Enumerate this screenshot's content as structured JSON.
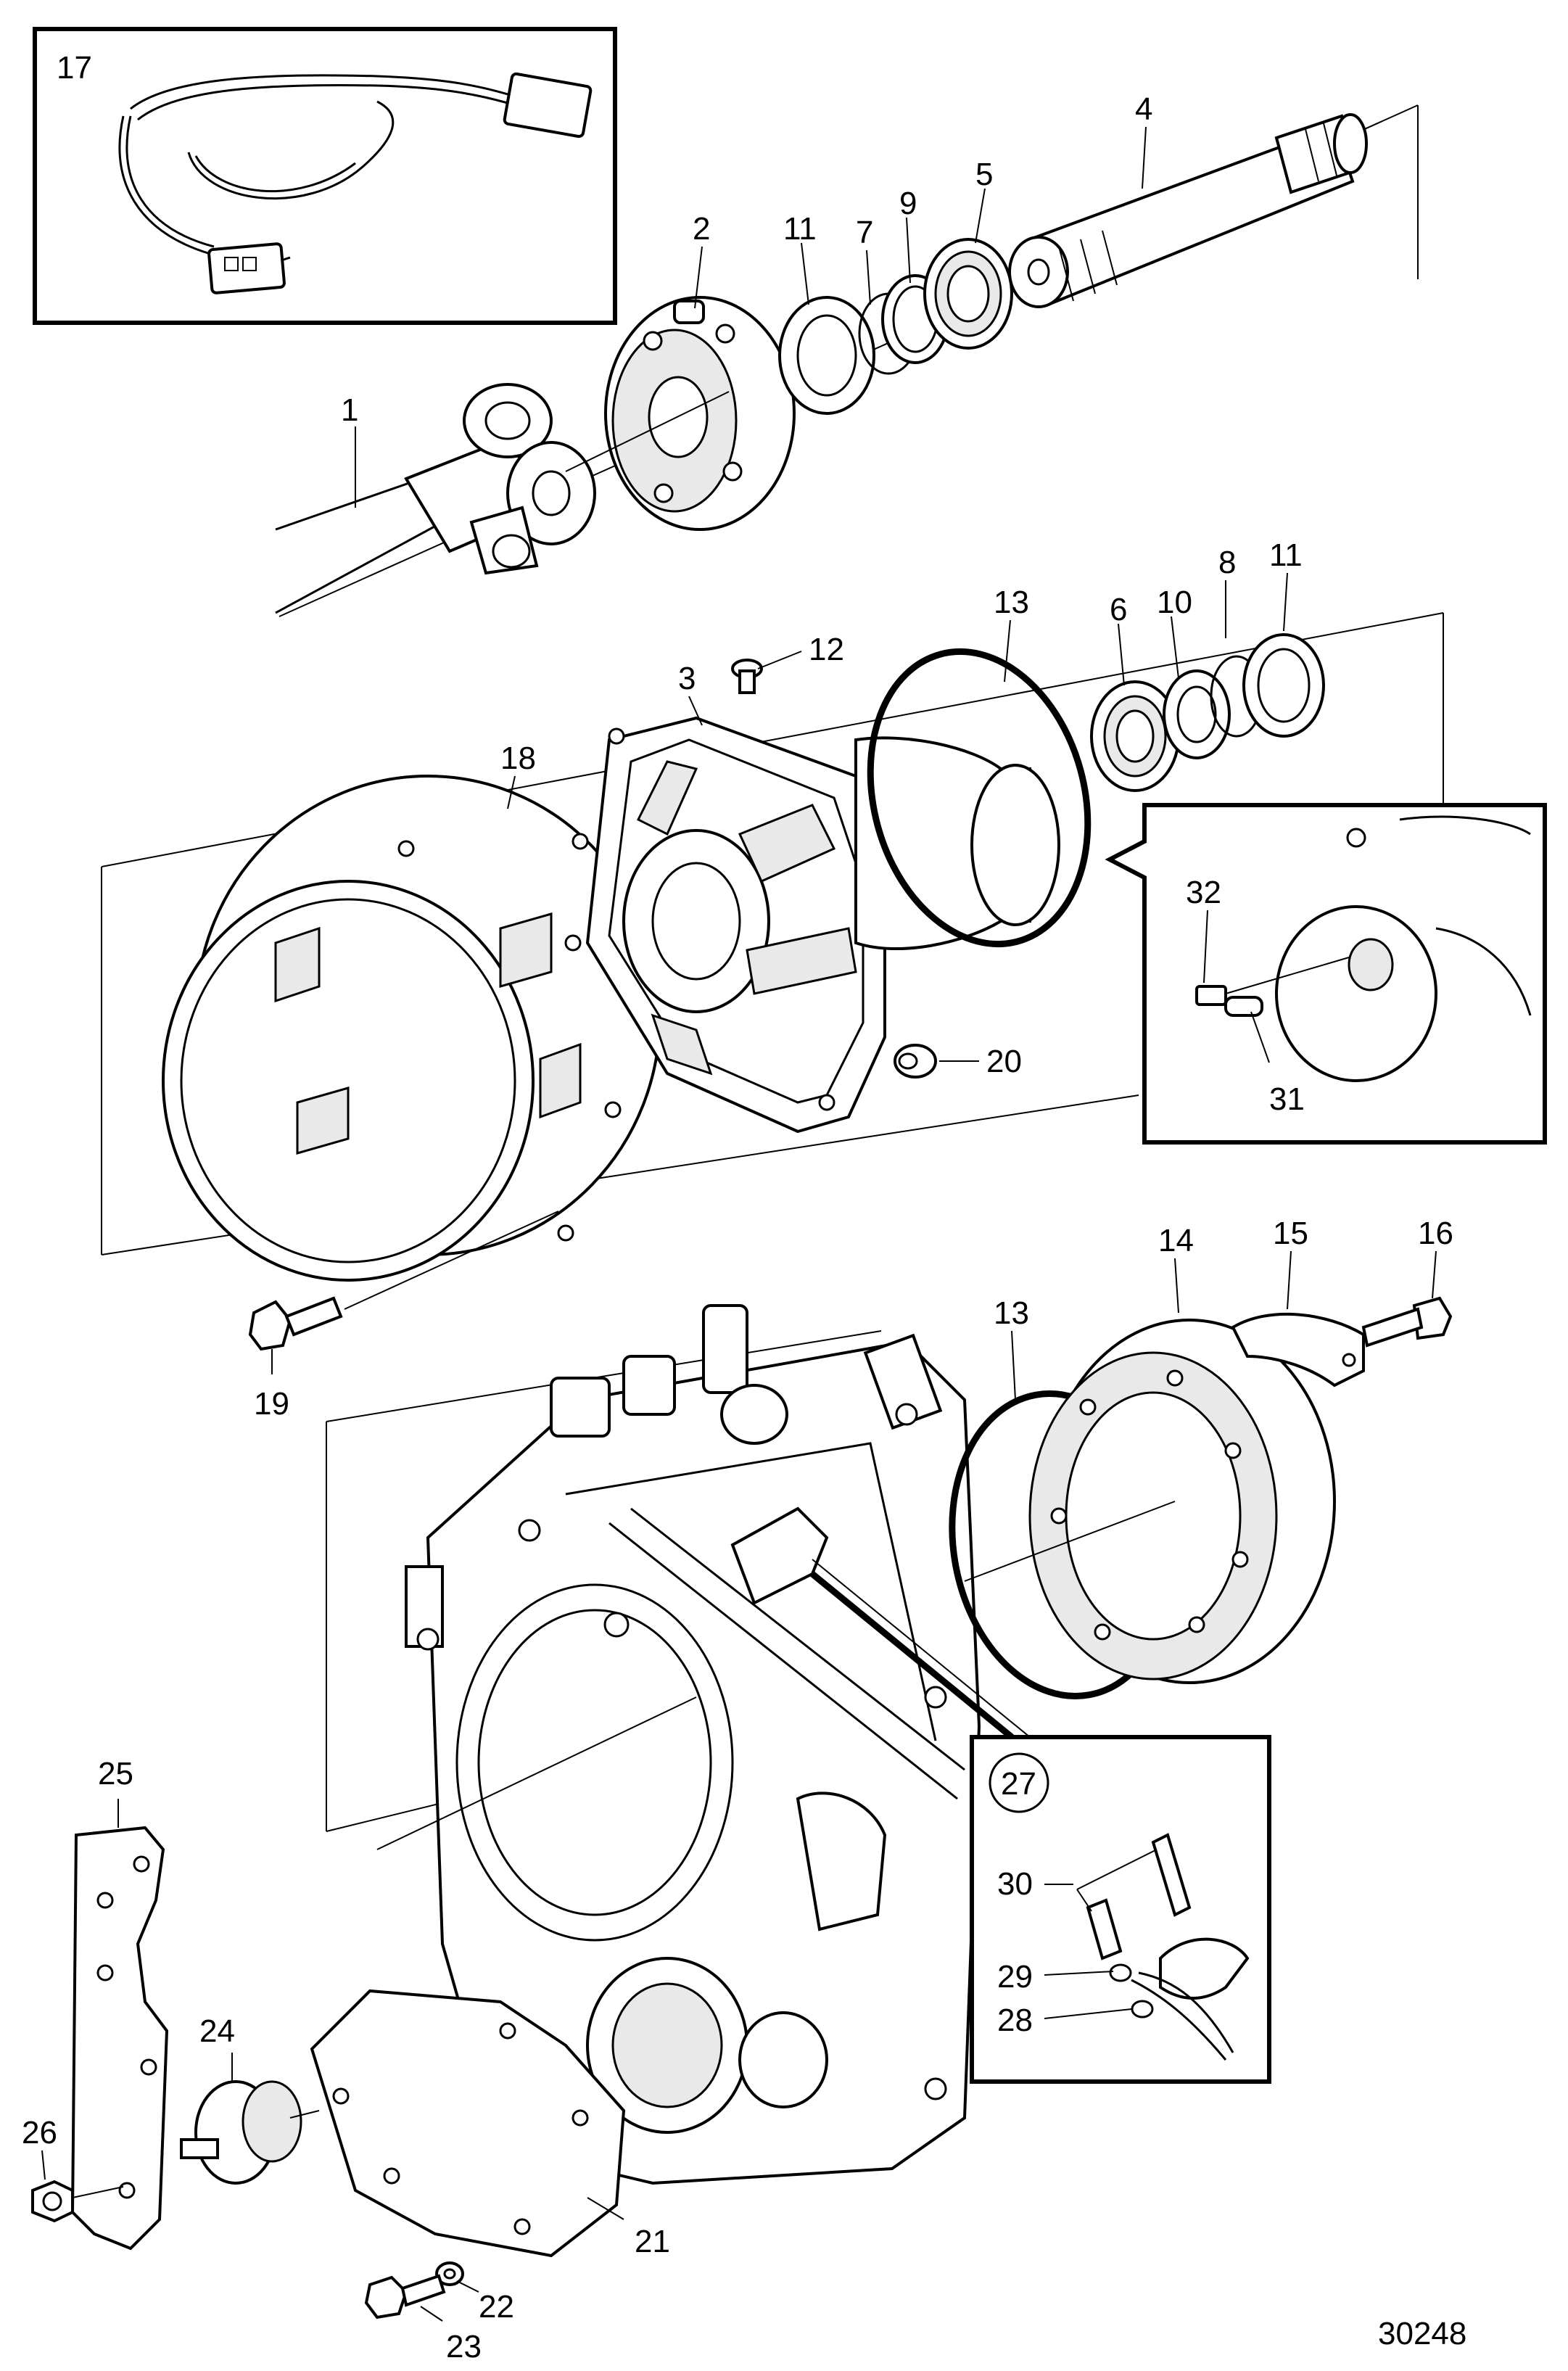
{
  "drawing_number": "30248",
  "callouts": [
    "1",
    "2",
    "3",
    "4",
    "5",
    "6",
    "7",
    "8",
    "9",
    "10",
    "11",
    "12",
    "13",
    "14",
    "15",
    "16",
    "17",
    "18",
    "19",
    "20",
    "21",
    "22",
    "23",
    "24",
    "25",
    "26",
    "27",
    "28",
    "29",
    "30",
    "31",
    "32"
  ],
  "labels": {
    "n1": "1",
    "n2": "2",
    "n3": "3",
    "n4": "4",
    "n5": "5",
    "n6": "6",
    "n7": "7",
    "n8": "8",
    "n9": "9",
    "n10": "10",
    "n11a": "11",
    "n11b": "11",
    "n12": "12",
    "n13a": "13",
    "n13b": "13",
    "n14": "14",
    "n15": "15",
    "n16": "16",
    "n17": "17",
    "n18": "18",
    "n19": "19",
    "n20": "20",
    "n21": "21",
    "n22": "22",
    "n23": "23",
    "n24": "24",
    "n25": "25",
    "n26": "26",
    "n27": "27",
    "n28": "28",
    "n29": "29",
    "n30": "30",
    "n31": "31",
    "n32": "32"
  }
}
